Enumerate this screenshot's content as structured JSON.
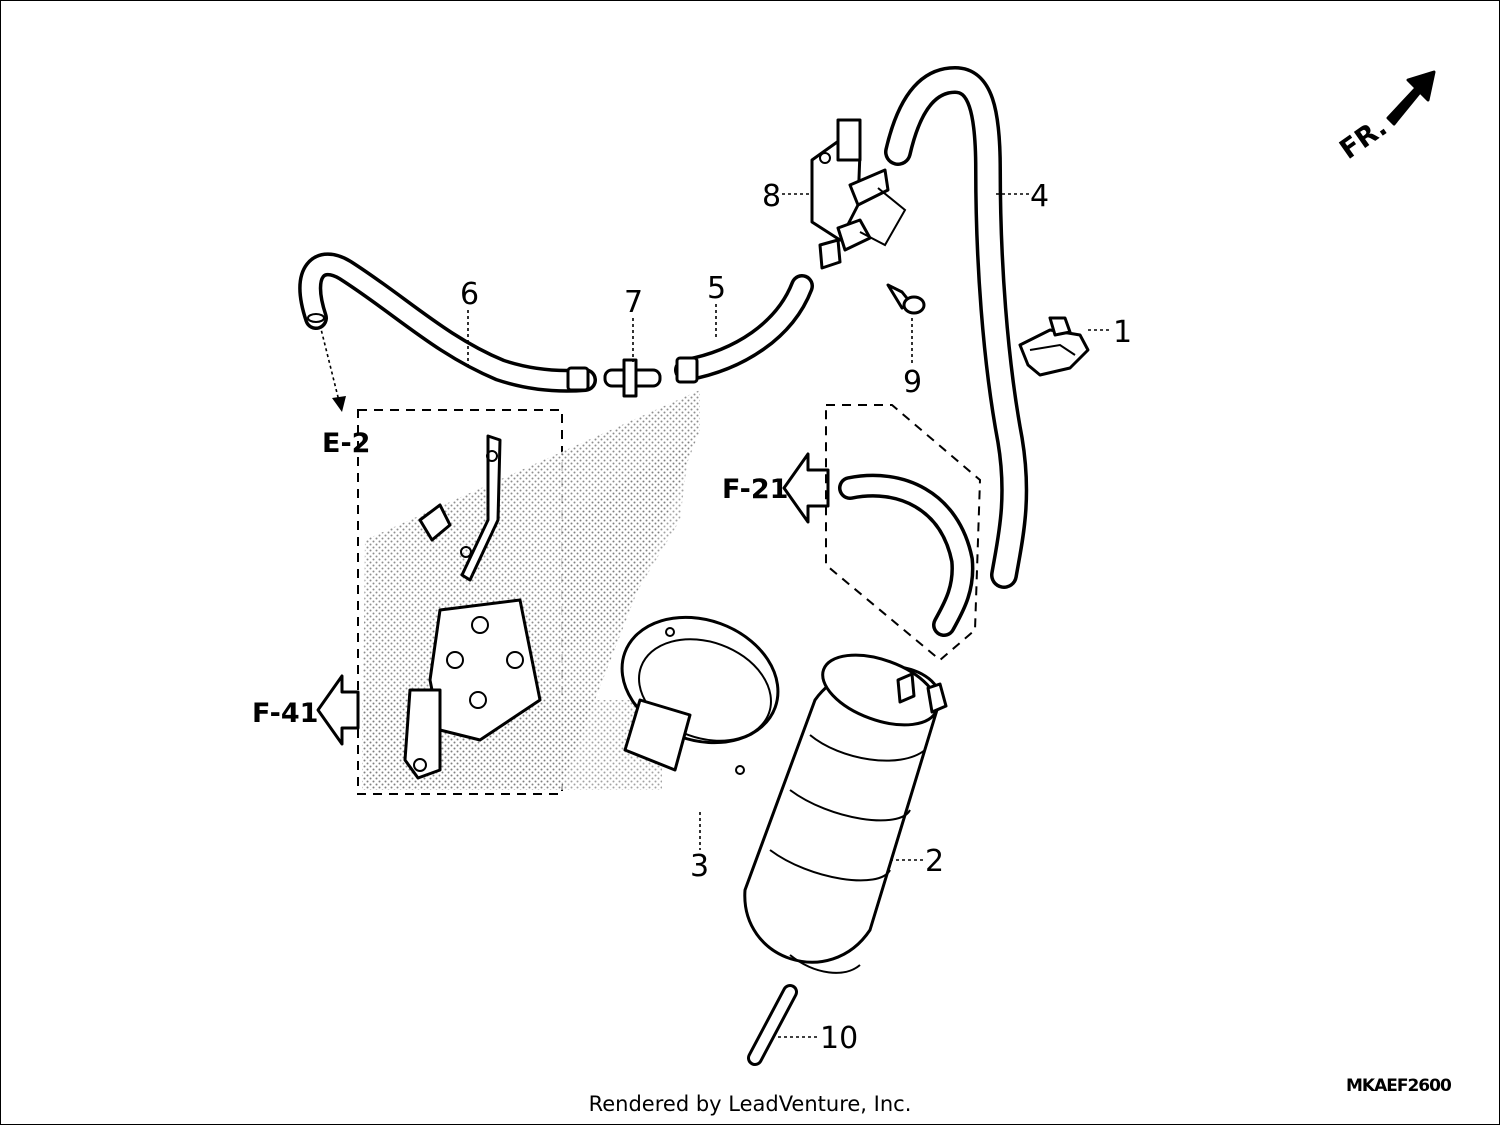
{
  "direction_label": "FR.",
  "references": {
    "e2": "E-2",
    "f21": "F-21",
    "f41": "F-41"
  },
  "callouts": [
    "1",
    "2",
    "3",
    "4",
    "5",
    "6",
    "7",
    "8",
    "9",
    "10"
  ],
  "diagram_code": "MKAEF2600",
  "footer": "Rendered by LeadVenture, Inc."
}
